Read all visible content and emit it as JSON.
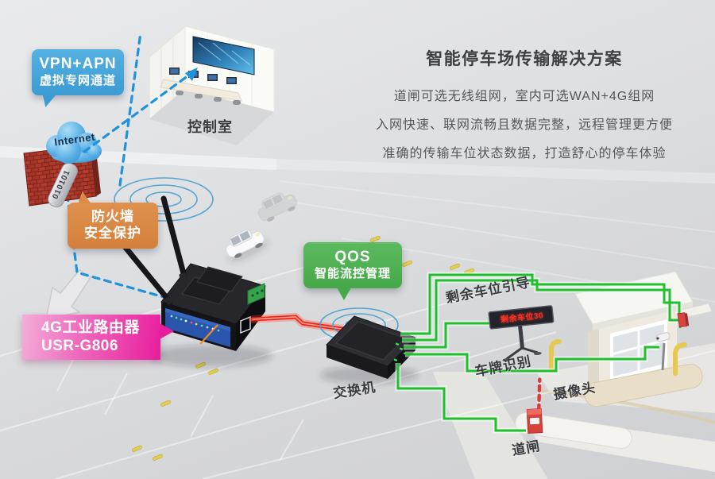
{
  "header": {
    "title": "智能停车场传输解决方案",
    "line1": "道闸可选无线组网，室内可选WAN+4G组网",
    "line2": "入网快速、联网流畅且数据完整，远程管理更方便",
    "line3": "准确的传输车位状态数据，打造舒心的停车体验"
  },
  "callouts": {
    "vpn": {
      "title": "VPN+APN",
      "subtitle": "虚拟专网通道"
    },
    "firewall": {
      "title": "防火墙",
      "subtitle": "安全保护"
    },
    "qos": {
      "title": "QOS",
      "subtitle": "智能流控管理"
    },
    "router": {
      "title": "4G工业路由器",
      "model": "USR-G806"
    }
  },
  "labels": {
    "internet": "Internet",
    "control_room": "控制室",
    "switch": "交换机",
    "space_guidance": "剩余车位引导",
    "plate_recognition": "车牌识别",
    "camera": "摄像头",
    "barrier_gate": "道闸"
  },
  "devices": {
    "guidance_sign_text": "剩余车位30",
    "firewall_data_stream": "010101"
  },
  "colors": {
    "vpn_bubble": "#45a5da",
    "firewall_bubble": "#db8746",
    "qos_bubble": "#4db152",
    "router_tag": "#e81d9d",
    "cable_green": "#1ec12c",
    "cable_red": "#f32314",
    "link_blue": "#1f93d9",
    "wifi_blue": "#3e9ccf"
  }
}
